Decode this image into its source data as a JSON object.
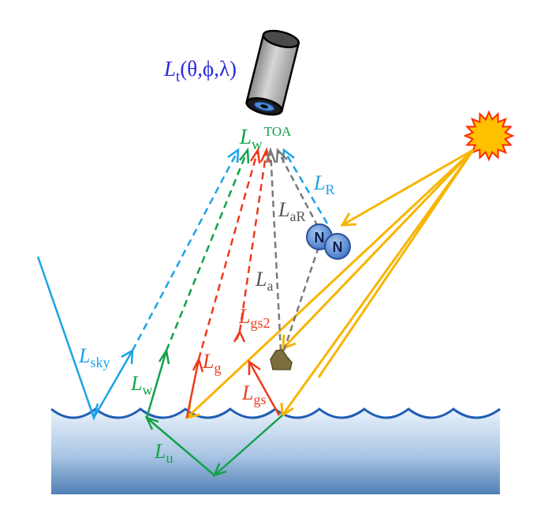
{
  "colors": {
    "sky": "#1aa3e8",
    "water_leaving": "#12a24a",
    "glint": "#ee3a1c",
    "aerosol": "#7a7a7a",
    "sun_ray": "#f7b500",
    "sensor_label": "#2a2adf",
    "wave_line": "#1f5fb4",
    "water_top": "#e9f2fb",
    "water_bottom": "#4f7fb4",
    "sun_fill": "#ffc000",
    "sun_stroke": "#ff2a00",
    "molecule_fill": "#5b8fd6",
    "aerosol_particle": "#7d6e3e"
  },
  "sensor": {
    "icon": "satellite-sensor-icon",
    "label_main": "L",
    "label_sub": "t",
    "label_args": "(θ,ϕ,λ)"
  },
  "toa": {
    "label_main": "L",
    "label_sub": "w",
    "label_sup": "TOA"
  },
  "sun": {
    "icon": "sun-icon"
  },
  "molecules": {
    "icon": "rayleigh-molecule-icon",
    "labels": [
      "N",
      "N"
    ]
  },
  "particle": {
    "icon": "aerosol-particle-icon"
  },
  "radiance_labels": {
    "L_R": {
      "main": "L",
      "sub": "R"
    },
    "L_aR": {
      "main": "L",
      "sub": "aR"
    },
    "L_a": {
      "main": "L",
      "sub": "a"
    },
    "L_gs2": {
      "main": "L",
      "sub": "gs2"
    },
    "L_g": {
      "main": "L",
      "sub": "g"
    },
    "L_gs": {
      "main": "L",
      "sub": "gs"
    },
    "L_sky": {
      "main": "L",
      "sub": "sky"
    },
    "L_w": {
      "main": "L",
      "sub": "w"
    },
    "L_u": {
      "main": "L",
      "sub": "u"
    }
  }
}
